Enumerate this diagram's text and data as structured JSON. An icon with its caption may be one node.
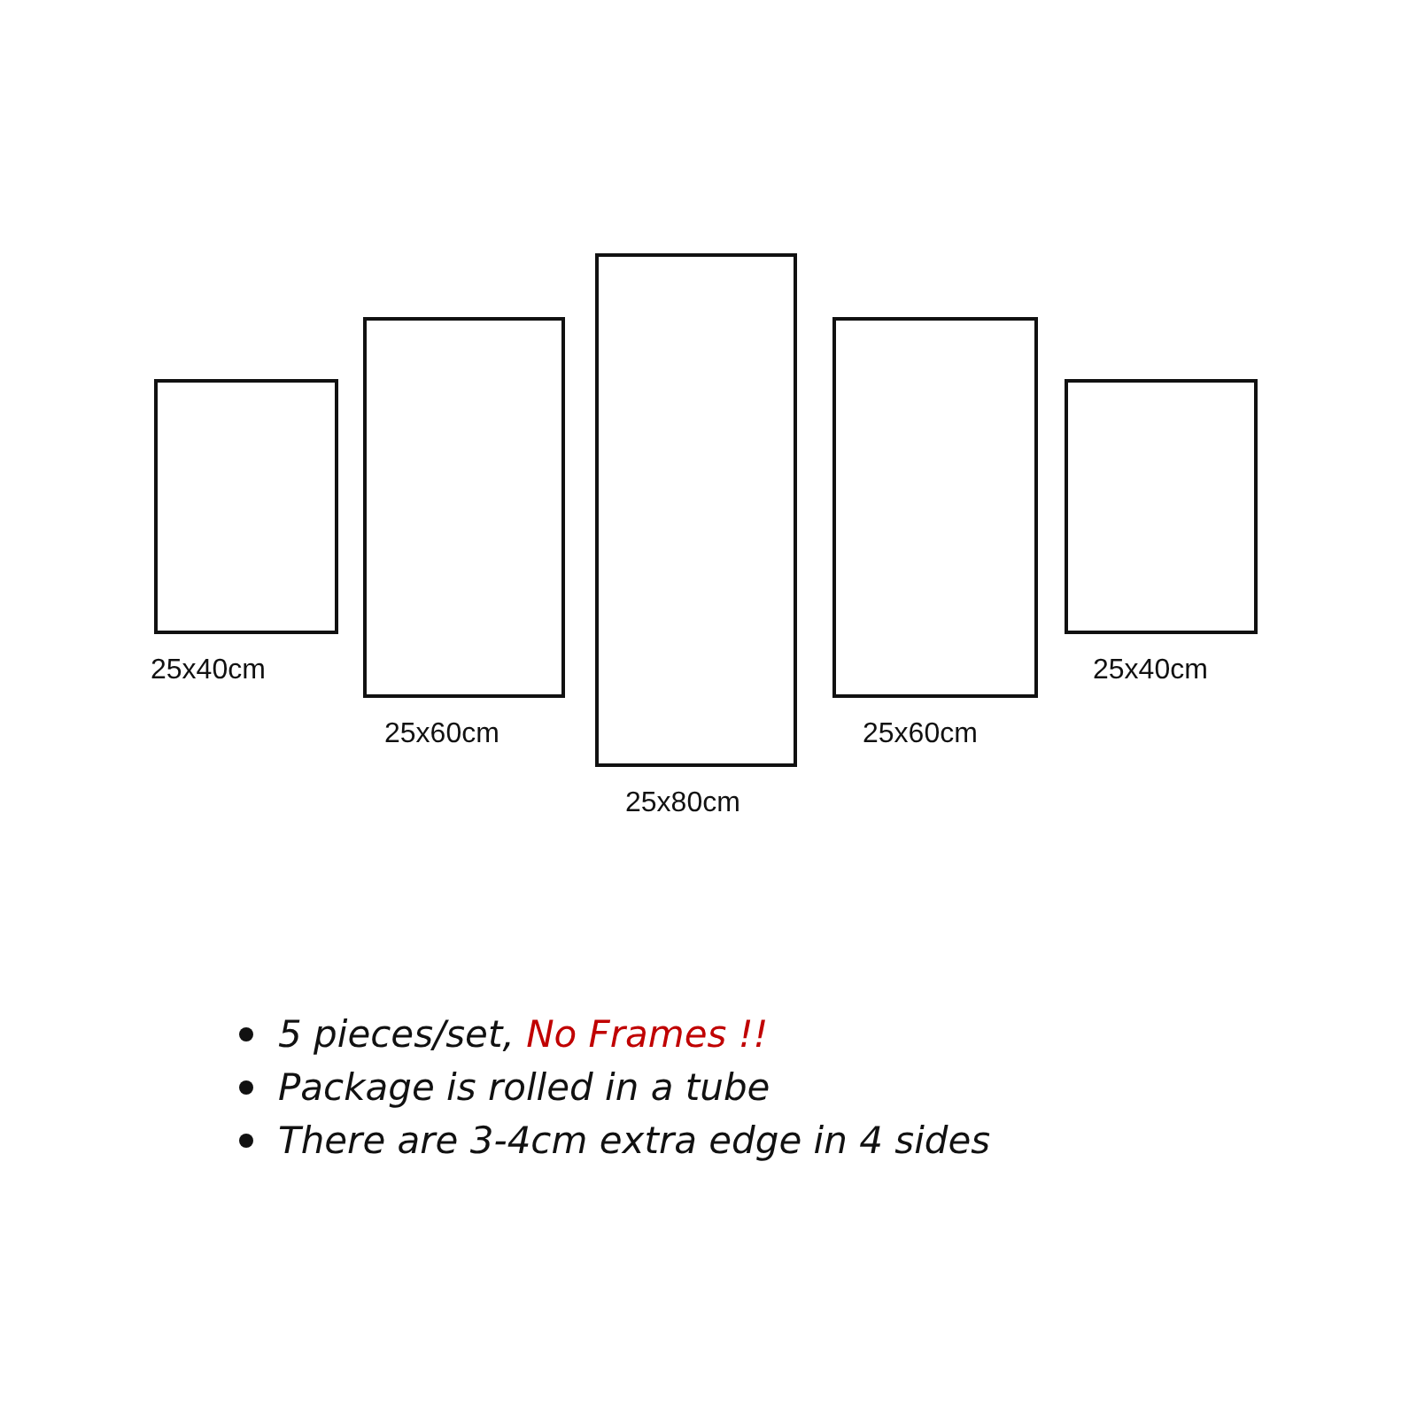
{
  "diagram": {
    "nodes": [
      {
        "text": [],
        "shape": "box",
        "beside": [
          "25x40cm"
        ]
      },
      {
        "text": [],
        "shape": "box",
        "beside": [
          "25x60cm"
        ]
      },
      {
        "text": [],
        "shape": "box",
        "beside": [
          "25x80cm"
        ]
      },
      {
        "text": [],
        "shape": "box",
        "beside": [
          "25x60cm"
        ]
      },
      {
        "text": [],
        "shape": "box",
        "beside": [
          "25x40cm"
        ]
      }
    ],
    "labels": [
      "5 pieces/set, **No Frames !!**",
      "Package is rolled in a tube",
      "There are 3-4cm extra edge in 4 sides"
    ]
  }
}
